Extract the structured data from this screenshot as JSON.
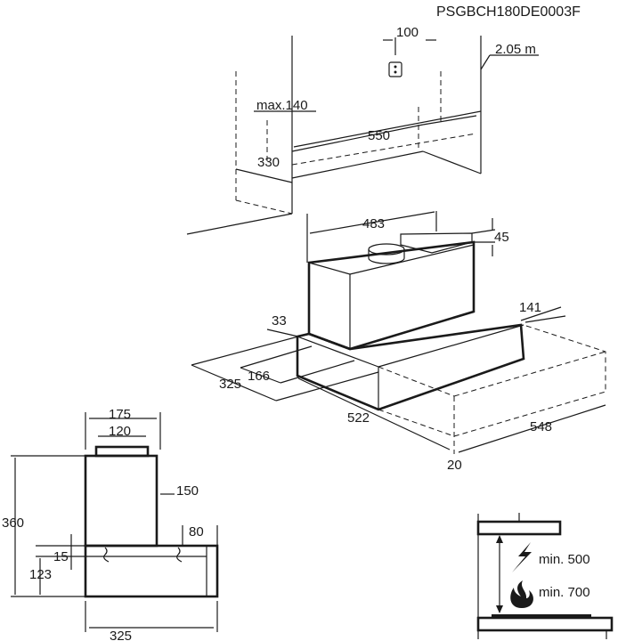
{
  "document_code": "PSGBCH180DE0003F",
  "wall_mount": {
    "socket_offset": "100",
    "socket_height": "2.05 m",
    "max_depth": "max.140",
    "width": "550",
    "depth": "330"
  },
  "isometric": {
    "motor_width": "483",
    "filter_height": "45",
    "rear_offset": "141",
    "front_offset": "33",
    "depth": "325",
    "bracket_depth": "166",
    "width": "522",
    "extended_width": "548",
    "visor_thickness": "20"
  },
  "side_view": {
    "top_width": "175",
    "duct_diameter": "120",
    "front_overhang": "150",
    "total_height": "360",
    "visor_depth": "80",
    "bracket_height": "15",
    "lower_height": "123",
    "total_depth": "325"
  },
  "clearance": {
    "electric_hob": "min. 500",
    "gas_hob": "min. 700",
    "icons": [
      "lightning-icon",
      "flame-icon"
    ]
  }
}
